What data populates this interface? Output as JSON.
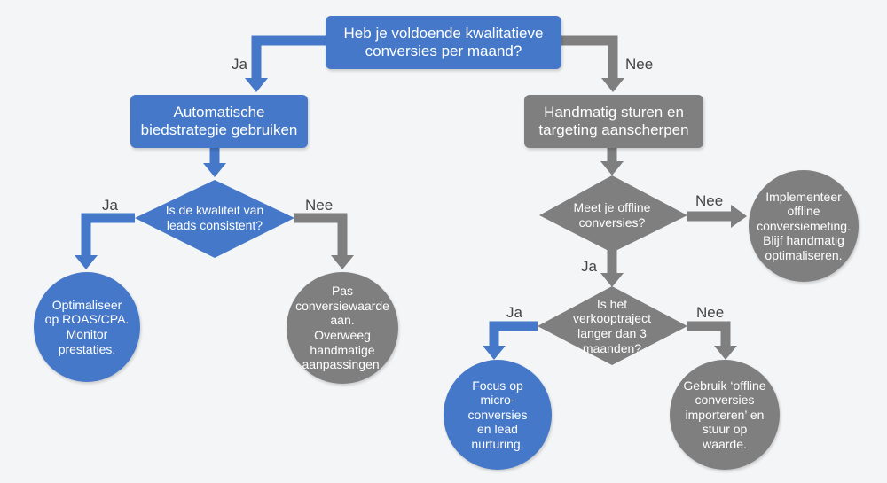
{
  "colors": {
    "blue": "#4578c8",
    "gray": "#7f7f7f",
    "background": "#f4f5f7"
  },
  "nodes": {
    "root": "Heb je voldoende kwalitatieve\nconversies per maand?",
    "auto": "Automatische\nbiedstrategie gebruiken",
    "manual": "Handmatig sturen en\ntargeting aanscherpen",
    "d_leads": "Is de kwaliteit van\nleads consistent?",
    "d_offline": "Meet je offline\nconversies?",
    "d_traject": "Is het\nverkooptraject\nlanger dan 3\nmaanden?",
    "c_roas": "Optimaliseer\nop ROAS/CPA.\nMonitor\nprestaties.",
    "c_pas": "Pas\nconversiewaarde\naan.\nOverweeg\nhandmatige\naanpassingen.",
    "c_impl": "Implementeer\noffline\nconversiemeting.\nBlijf handmatig\noptimaliseren.",
    "c_focus": "Focus op\nmicro-\nconversies\nen lead\nnurturing.",
    "c_gebruik": "Gebruik ‘offline\nconversies\nimporteren’ en\nstuur op\nwaarde."
  },
  "labels": {
    "ja1": "Ja",
    "nee1": "Nee",
    "ja2": "Ja",
    "nee2": "Nee",
    "nee3": "Nee",
    "ja3": "Ja",
    "ja4": "Ja",
    "nee4": "Nee"
  }
}
